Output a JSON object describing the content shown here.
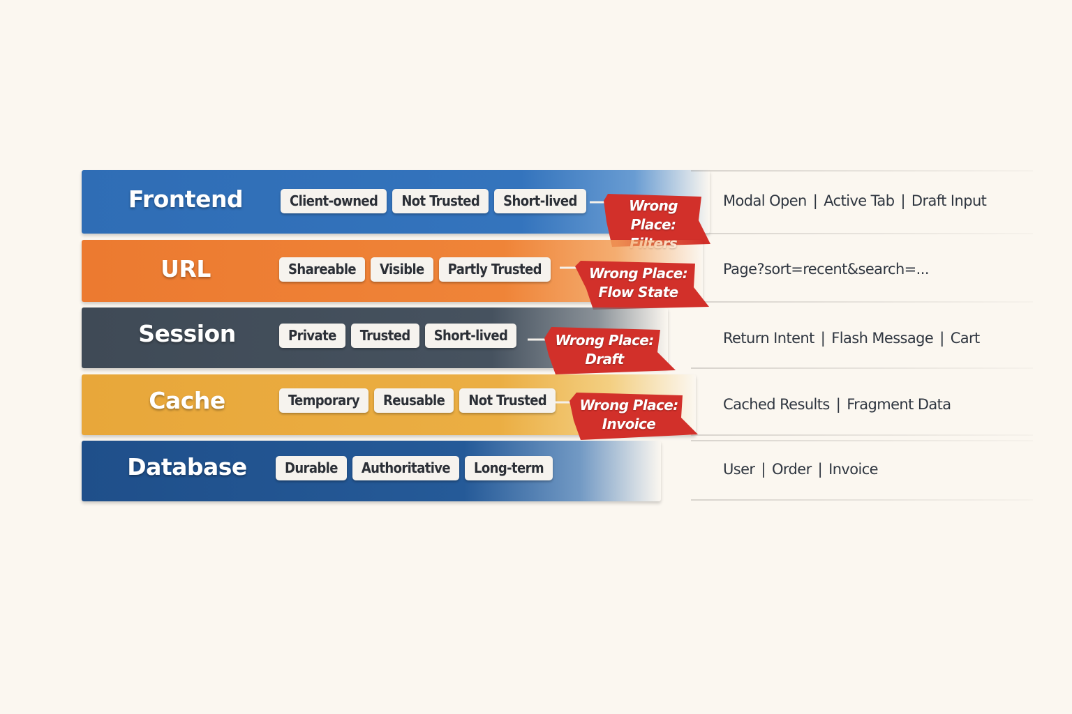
{
  "layers": [
    {
      "title": "Frontend",
      "tags": [
        "Client-owned",
        "Not Trusted",
        "Short-lived"
      ],
      "warning": {
        "line1": "Wrong Place:",
        "line2": "Filters"
      },
      "examples": [
        "Modal Open",
        "Active Tab",
        "Draft Input"
      ],
      "color": "#2f6db5"
    },
    {
      "title": "URL",
      "tags": [
        "Shareable",
        "Visible",
        "Partly Trusted"
      ],
      "warning": {
        "line1": "Wrong Place:",
        "line2": "Flow State"
      },
      "examples": [
        "Page?sort=recent&search=..."
      ],
      "color": "#ec7a30"
    },
    {
      "title": "Session",
      "tags": [
        "Private",
        "Trusted",
        "Short-lived"
      ],
      "warning": {
        "line1": "Wrong Place:",
        "line2": "Draft"
      },
      "examples": [
        "Return Intent",
        "Flash Message",
        "Cart"
      ],
      "color": "#3f4a56"
    },
    {
      "title": "Cache",
      "tags": [
        "Temporary",
        "Reusable",
        "Not Trusted"
      ],
      "warning": {
        "line1": "Wrong Place:",
        "line2": "Invoice"
      },
      "examples": [
        "Cached Results",
        "Fragment Data"
      ],
      "color": "#e8a73a"
    },
    {
      "title": "Database",
      "tags": [
        "Durable",
        "Authoritative",
        "Long-term"
      ],
      "warning": null,
      "examples": [
        "User",
        "Order",
        "Invoice"
      ],
      "color": "#1f4f8a"
    }
  ],
  "colors": {
    "warning_flag": "#d2302a",
    "tag_bg": "#f6f3ee",
    "background": "#fbf7f0"
  }
}
